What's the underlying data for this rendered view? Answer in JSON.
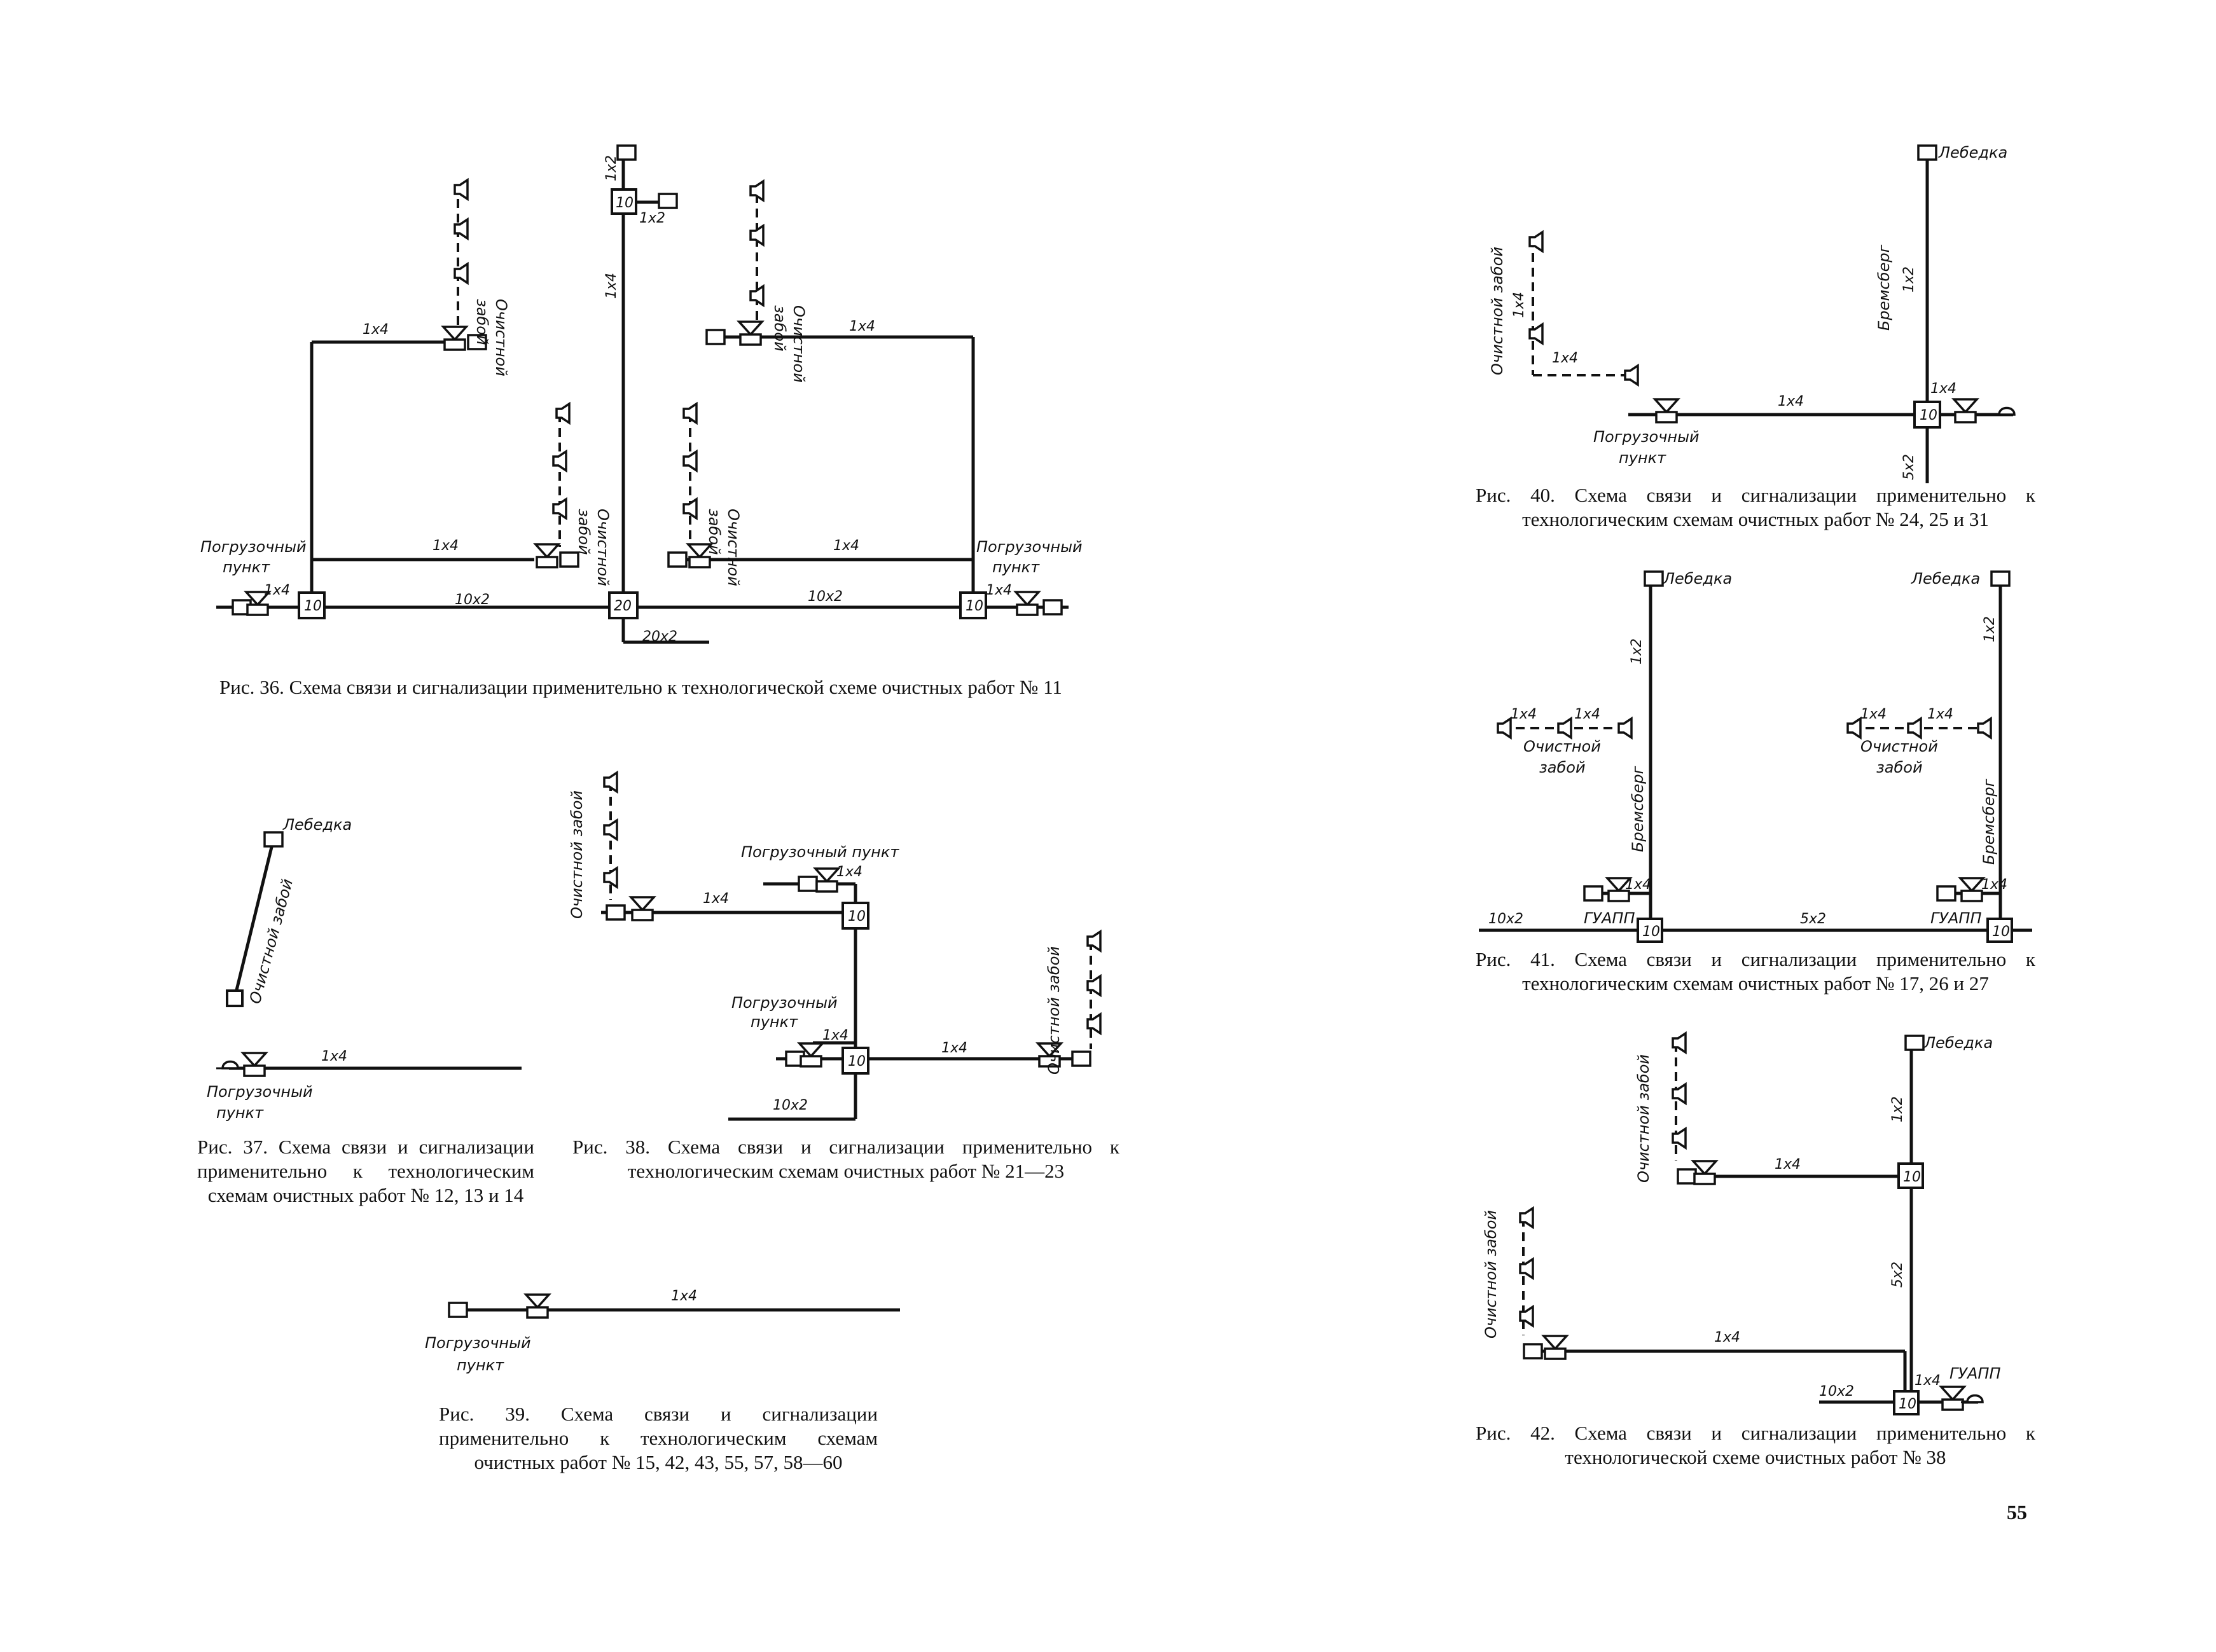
{
  "page_number": "55",
  "labels": {
    "loading_point": "Погрузочный",
    "loading_point_2": "пункт",
    "loading_point_full": "Погрузочный пункт",
    "face": "Очистной",
    "face_2": "забой",
    "face_full": "Очистной забой",
    "winch": "Лебедка",
    "bremsberg": "Бремсберг",
    "guapp": "ГУАПП",
    "c_1x2": "1x2",
    "c_1x4": "1x4",
    "c_5x2": "5x2",
    "c_10x2": "10x2",
    "c_20x2": "20x2",
    "box_10": "10",
    "box_20": "20"
  },
  "figures": [
    {
      "id": "fig36",
      "caption": "Рис. 36. Схема связи и сигнализации применительно к технологической схеме очистных работ № 11"
    },
    {
      "id": "fig37",
      "caption": "Рис. 37. Схема связи и сигнализации применительно к технологическим схемам очистных работ № 12, 13 и 14"
    },
    {
      "id": "fig38",
      "caption": "Рис. 38. Схема связи и сигнализации применительно к технологическим схемам очистных работ № 21—23"
    },
    {
      "id": "fig39",
      "caption": "Рис. 39. Схема связи и сигнализации применительно к технологическим схемам очистных работ № 15, 42, 43, 55, 57, 58—60"
    },
    {
      "id": "fig40",
      "caption": "Рис. 40. Схема связи и сигнализации применительно к технологическим схемам очистных работ № 24, 25 и 31"
    },
    {
      "id": "fig41",
      "caption": "Рис. 41. Схема связи и сигнализации применительно к технологическим схемам очистных работ № 17, 26 и 27"
    },
    {
      "id": "fig42",
      "caption": "Рис. 42. Схема связи и сигнализации применительно к технологической схеме очистных работ № 38"
    }
  ]
}
